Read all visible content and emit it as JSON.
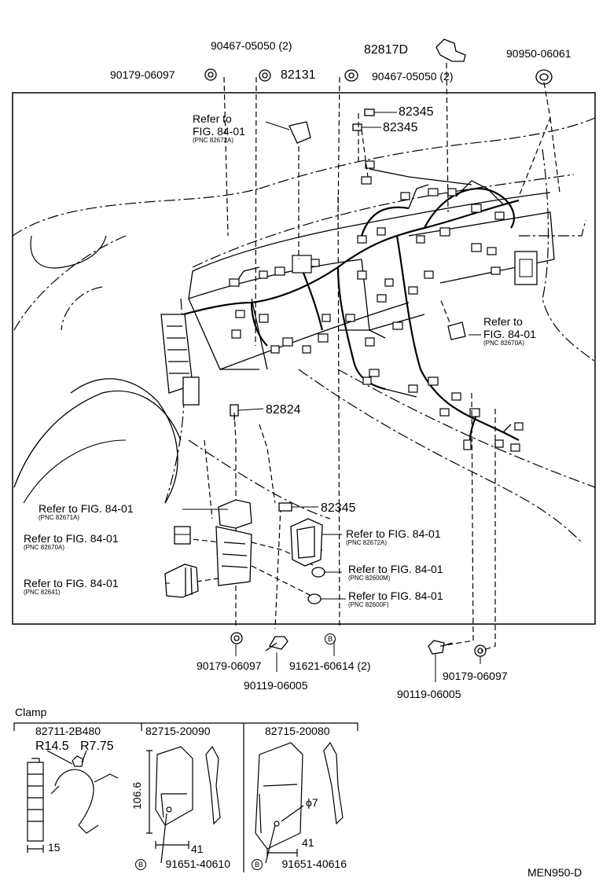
{
  "parts_top": {
    "p90467_left": "90467-05050 (2)",
    "p90179_top_left": "90179-06097",
    "p82131": "82131",
    "p82817D": "82817D",
    "p90467_right": "90467-05050 (2)",
    "p90950": "90950-06061",
    "p82345_a": "82345",
    "p82345_b": "82345"
  },
  "refs": {
    "top_left": {
      "line1": "Refer to",
      "line2": "FIG. 84-01",
      "pnc": "(PNC 82672A)"
    },
    "right": {
      "line1": "Refer to",
      "line2": "FIG. 84-01",
      "pnc": "(PNC 82670A)"
    },
    "r82671A": {
      "text": "Refer to FIG. 84-01",
      "pnc": "(PNC 82671A)"
    },
    "r82670A_left": {
      "text": "Refer to FIG. 84-01",
      "pnc": "(PNC 82670A)"
    },
    "r82641": {
      "text": "Refer to FIG. 84-01",
      "pnc": "(PNC 82641)"
    },
    "r82672A_right": {
      "text": "Refer to FIG. 84-01",
      "pnc": "(PNC 82672A)"
    },
    "r82600M": {
      "text": "Refer to FIG. 84-01",
      "pnc": "(PNC 82600M)"
    },
    "r82600F": {
      "text": "Refer to FIG. 84-01",
      "pnc": "(PNC 82600F)"
    }
  },
  "parts_mid": {
    "p82824": "82824",
    "p82345_c": "82345"
  },
  "parts_bottom": {
    "p90179_a": "90179-06097",
    "p91621": "91621-60614 (2)",
    "p90119_a": "90119-06005",
    "p90179_b": "90179-06097",
    "p90119_b": "90119-06005",
    "b_marker": "B"
  },
  "clamp": {
    "title": "Clamp",
    "c1_part": "82711-2B480",
    "c1_r1": "R14.5",
    "c1_r2": "R7.75",
    "c1_dim": "15",
    "c2_part": "82715-20090",
    "c2_height": "106.6",
    "c2_width": "41",
    "c2_bolt": "91651-40610",
    "c3_part": "82715-20080",
    "c3_hole": "ϕ7",
    "c3_width": "41",
    "c3_bolt": "91651-40616",
    "b_marker": "B"
  },
  "footer": {
    "code": "MEN950-D"
  }
}
